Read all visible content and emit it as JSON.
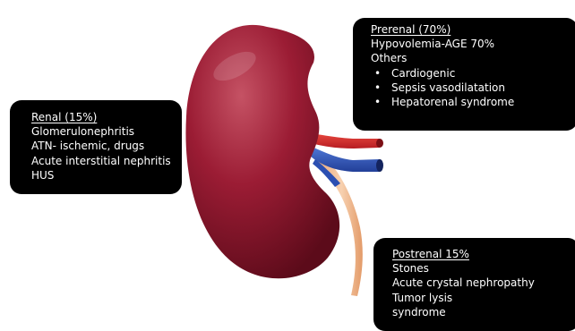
{
  "prerenal": {
    "title": "Prerenal (70%)",
    "lines": [
      "Hypovolemia-AGE 70%",
      "Others"
    ],
    "bullets": [
      "Cardiogenic",
      "Sepsis vasodilatation",
      "Hepatorenal syndrome"
    ]
  },
  "renal": {
    "title": "Renal (15%)",
    "lines": [
      "Glomerulonephritis",
      "ATN- ischemic, drugs",
      "Acute interstitial nephritis",
      "HUS"
    ]
  },
  "postrenal": {
    "title": "Postrenal 15%",
    "lines": [
      "Stones",
      "Acute crystal nephropathy",
      "Tumor lysis",
      "syndrome"
    ]
  },
  "colors": {
    "kidney": "#7d1024",
    "artery": "#d12a2a",
    "vein": "#2f55b8",
    "ureter": "#f0b98a",
    "box": "#000000",
    "box_text": "#ffffff"
  }
}
